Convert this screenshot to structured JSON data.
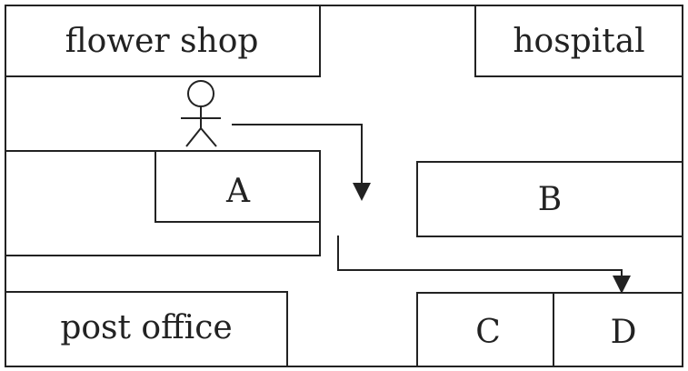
{
  "labels": {
    "flower_shop": "flower shop",
    "hospital": "hospital",
    "a": "A",
    "b": "B",
    "post_office": "post office",
    "c": "C",
    "d": "D"
  },
  "icons": {
    "person": "person-icon",
    "route": "route-arrow"
  },
  "colors": {
    "ink": "#222222",
    "background": "#ffffff"
  }
}
